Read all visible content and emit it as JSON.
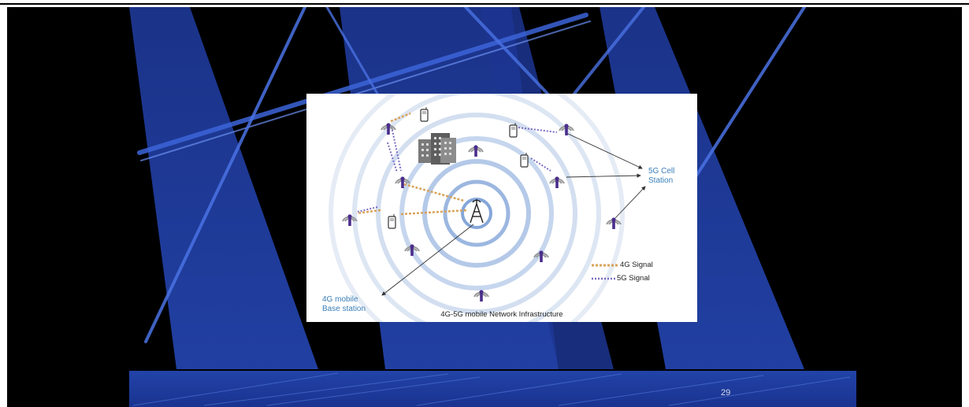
{
  "slide": {
    "page_number": "29"
  },
  "figure": {
    "caption": "4G-5G mobile Network Infrastructure",
    "label_5g_cell_line1": "5G Cell",
    "label_5g_cell_line2": "Station",
    "label_4g_base_line1": "4G mobile",
    "label_4g_base_line2": "Base station",
    "legend": {
      "signal_4g": "4G Signal",
      "signal_5g": "5G Signal"
    }
  },
  "colors": {
    "slide_background": "#000000",
    "beam_blue": "#1e3a9e",
    "label_blue": "#3a7fb8",
    "tower_purple": "#4a2d8c",
    "signal_4g": "#d8a35a",
    "signal_5g": "#7a6cc0"
  }
}
